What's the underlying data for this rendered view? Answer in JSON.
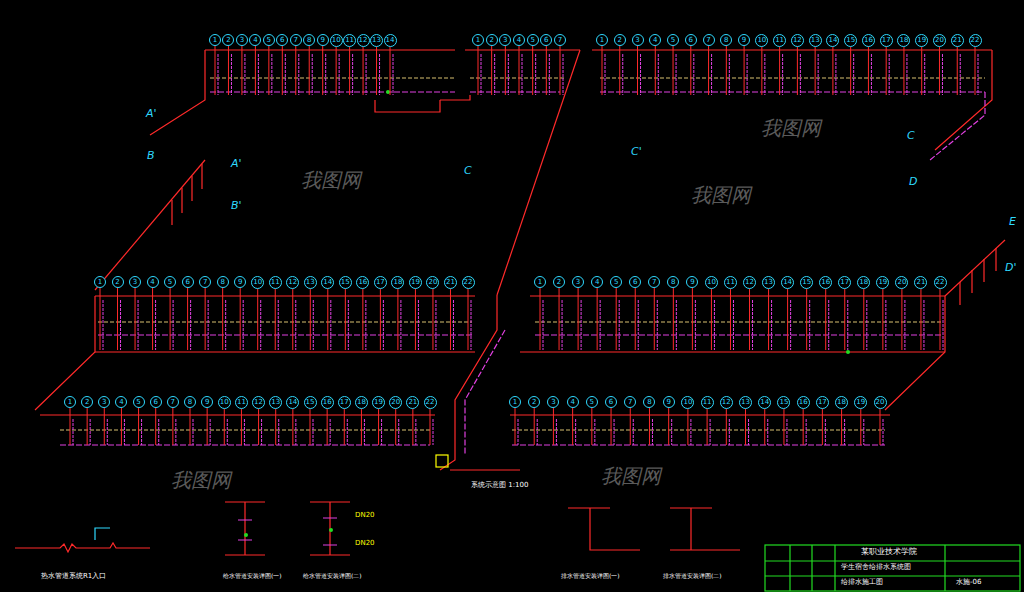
{
  "diagram": {
    "nodes": [
      {
        "text": [
          "1"
        ]
      },
      {
        "text": [
          "2"
        ]
      },
      {
        "text": [
          "3"
        ]
      },
      {
        "text": [
          "4"
        ]
      },
      {
        "text": [
          "5"
        ]
      },
      {
        "text": [
          "6"
        ]
      },
      {
        "text": [
          "7"
        ]
      },
      {
        "text": [
          "8"
        ]
      },
      {
        "text": [
          "9"
        ]
      },
      {
        "text": [
          "10"
        ]
      },
      {
        "text": [
          "11"
        ]
      },
      {
        "text": [
          "12"
        ]
      },
      {
        "text": [
          "13"
        ]
      },
      {
        "text": [
          "14"
        ]
      },
      {
        "text": [
          "1"
        ]
      },
      {
        "text": [
          "2"
        ]
      },
      {
        "text": [
          "3"
        ]
      },
      {
        "text": [
          "4"
        ]
      },
      {
        "text": [
          "5"
        ]
      },
      {
        "text": [
          "6"
        ]
      },
      {
        "text": [
          "7"
        ]
      },
      {
        "text": [
          "1"
        ]
      },
      {
        "text": [
          "2"
        ]
      },
      {
        "text": [
          "3"
        ]
      },
      {
        "text": [
          "4"
        ]
      },
      {
        "text": [
          "5"
        ]
      },
      {
        "text": [
          "6"
        ]
      },
      {
        "text": [
          "7"
        ]
      },
      {
        "text": [
          "8"
        ]
      },
      {
        "text": [
          "9"
        ]
      },
      {
        "text": [
          "10"
        ]
      },
      {
        "text": [
          "11"
        ]
      },
      {
        "text": [
          "12"
        ]
      },
      {
        "text": [
          "13"
        ]
      },
      {
        "text": [
          "14"
        ]
      },
      {
        "text": [
          "15"
        ]
      },
      {
        "text": [
          "16"
        ]
      },
      {
        "text": [
          "17"
        ]
      },
      {
        "text": [
          "18"
        ]
      },
      {
        "text": [
          "19"
        ]
      },
      {
        "text": [
          "20"
        ]
      },
      {
        "text": [
          "21"
        ]
      },
      {
        "text": [
          "22"
        ]
      },
      {
        "text": [
          "1"
        ]
      },
      {
        "text": [
          "2"
        ]
      },
      {
        "text": [
          "3"
        ]
      },
      {
        "text": [
          "4"
        ]
      },
      {
        "text": [
          "5"
        ]
      },
      {
        "text": [
          "6"
        ]
      },
      {
        "text": [
          "7"
        ]
      },
      {
        "text": [
          "8"
        ]
      },
      {
        "text": [
          "9"
        ]
      },
      {
        "text": [
          "10"
        ]
      },
      {
        "text": [
          "11"
        ]
      },
      {
        "text": [
          "12"
        ]
      },
      {
        "text": [
          "13"
        ]
      },
      {
        "text": [
          "14"
        ]
      },
      {
        "text": [
          "15"
        ]
      },
      {
        "text": [
          "16"
        ]
      },
      {
        "text": [
          "17"
        ]
      },
      {
        "text": [
          "18"
        ]
      },
      {
        "text": [
          "19"
        ]
      },
      {
        "text": [
          "20"
        ]
      },
      {
        "text": [
          "21"
        ]
      },
      {
        "text": [
          "22"
        ]
      },
      {
        "text": [
          "1"
        ]
      },
      {
        "text": [
          "2"
        ]
      },
      {
        "text": [
          "3"
        ]
      },
      {
        "text": [
          "4"
        ]
      },
      {
        "text": [
          "5"
        ]
      },
      {
        "text": [
          "6"
        ]
      },
      {
        "text": [
          "7"
        ]
      },
      {
        "text": [
          "8"
        ]
      },
      {
        "text": [
          "9"
        ]
      },
      {
        "text": [
          "10"
        ]
      },
      {
        "text": [
          "11"
        ]
      },
      {
        "text": [
          "12"
        ]
      },
      {
        "text": [
          "13"
        ]
      },
      {
        "text": [
          "14"
        ]
      },
      {
        "text": [
          "15"
        ]
      },
      {
        "text": [
          "16"
        ]
      },
      {
        "text": [
          "17"
        ]
      },
      {
        "text": [
          "18"
        ]
      },
      {
        "text": [
          "19"
        ]
      },
      {
        "text": [
          "20"
        ]
      },
      {
        "text": [
          "21"
        ]
      },
      {
        "text": [
          "22"
        ]
      },
      {
        "text": [
          "1"
        ]
      },
      {
        "text": [
          "2"
        ]
      },
      {
        "text": [
          "3"
        ]
      },
      {
        "text": [
          "4"
        ]
      },
      {
        "text": [
          "5"
        ]
      },
      {
        "text": [
          "6"
        ]
      },
      {
        "text": [
          "7"
        ]
      },
      {
        "text": [
          "8"
        ]
      },
      {
        "text": [
          "9"
        ]
      },
      {
        "text": [
          "10"
        ]
      },
      {
        "text": [
          "11"
        ]
      },
      {
        "text": [
          "12"
        ]
      },
      {
        "text": [
          "13"
        ]
      },
      {
        "text": [
          "14"
        ]
      },
      {
        "text": [
          "15"
        ]
      },
      {
        "text": [
          "16"
        ]
      },
      {
        "text": [
          "17"
        ]
      },
      {
        "text": [
          "18"
        ]
      },
      {
        "text": [
          "19"
        ]
      },
      {
        "text": [
          "20"
        ]
      },
      {
        "text": [
          "21"
        ]
      },
      {
        "text": [
          "22"
        ]
      },
      {
        "text": [
          "1"
        ]
      },
      {
        "text": [
          "2"
        ]
      },
      {
        "text": [
          "3"
        ]
      },
      {
        "text": [
          "4"
        ]
      },
      {
        "text": [
          "5"
        ]
      },
      {
        "text": [
          "6"
        ]
      },
      {
        "text": [
          "7"
        ]
      },
      {
        "text": [
          "8"
        ]
      },
      {
        "text": [
          "9"
        ]
      },
      {
        "text": [
          "10"
        ]
      },
      {
        "text": [
          "11"
        ]
      },
      {
        "text": [
          "12"
        ]
      },
      {
        "text": [
          "13"
        ]
      },
      {
        "text": [
          "14"
        ]
      },
      {
        "text": [
          "15"
        ]
      },
      {
        "text": [
          "16"
        ]
      },
      {
        "text": [
          "17"
        ]
      },
      {
        "text": [
          "18"
        ]
      },
      {
        "text": [
          "19"
        ]
      },
      {
        "text": [
          "20"
        ]
      }
    ],
    "labels": [
      "A'",
      "B",
      "C",
      "C'",
      "A'",
      "B'",
      "C",
      "D",
      "E",
      "D'",
      "热水管道系统R1入口",
      "给水管道安装详图(一)",
      "给水管道安装详图(二)",
      "系统示意图 1:100",
      "排水管道安装详图(一)",
      "排水管道安装详图(二)",
      "DN20",
      "DN20",
      "某职业技术学院",
      "学生宿舍给排水系统图",
      "给排水施工图",
      "水施-06",
      "我图网",
      "我图网",
      "我图网",
      "我图网",
      "我图网"
    ]
  }
}
